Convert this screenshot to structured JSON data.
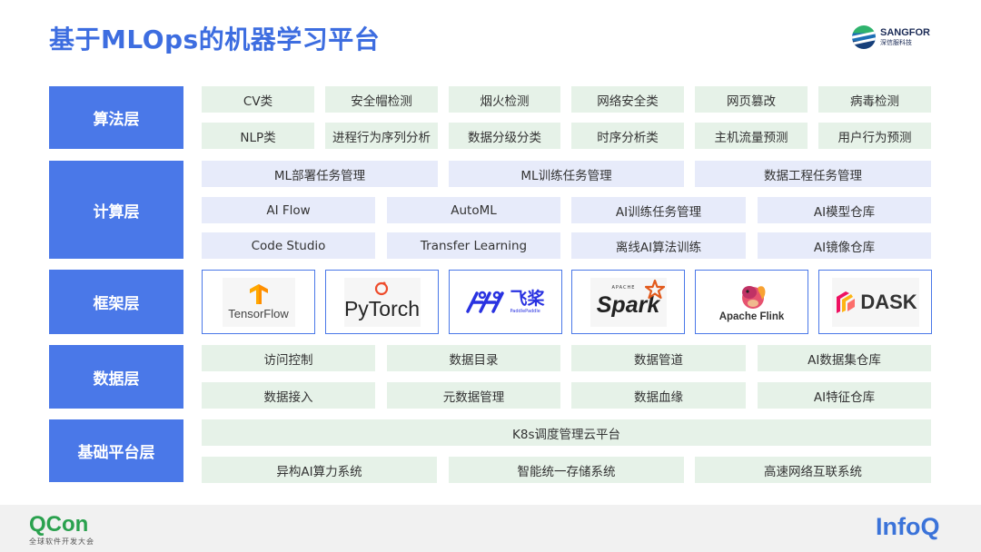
{
  "title": "基于MLOps的机器学习平台",
  "brand": {
    "name": "SANGFOR",
    "subtitle": "深信服科技"
  },
  "layers": {
    "algorithm": {
      "label": "算法层",
      "row1": [
        "CV类",
        "安全帽检测",
        "烟火检测",
        "网络安全类",
        "网页篡改",
        "病毒检测"
      ],
      "row2": [
        "NLP类",
        "进程行为序列分析",
        "数据分级分类",
        "时序分析类",
        "主机流量预测",
        "用户行为预测"
      ]
    },
    "compute": {
      "label": "计算层",
      "row1": [
        "ML部署任务管理",
        "ML训练任务管理",
        "数据工程任务管理"
      ],
      "row2": [
        "AI Flow",
        "AutoML",
        "AI训练任务管理",
        "AI模型仓库"
      ],
      "row3": [
        "Code Studio",
        "Transfer Learning",
        "离线AI算法训练",
        "AI镜像仓库"
      ]
    },
    "framework": {
      "label": "框架层",
      "items": [
        {
          "name": "TensorFlow"
        },
        {
          "name": "PyTorch"
        },
        {
          "name": "飞桨",
          "sub": "PaddlePaddle"
        },
        {
          "name": "Spark",
          "tag": "APACHE"
        },
        {
          "name": "Apache Flink"
        },
        {
          "name": "DASK"
        }
      ]
    },
    "data": {
      "label": "数据层",
      "row1": [
        "访问控制",
        "数据目录",
        "数据管道",
        "AI数据集仓库"
      ],
      "row2": [
        "数据接入",
        "元数据管理",
        "数据血缘",
        "AI特征仓库"
      ]
    },
    "base": {
      "label": "基础平台层",
      "row1": [
        "K8s调度管理云平台"
      ],
      "row2": [
        "异构AI算力系统",
        "智能统一存储系统",
        "高速网络互联系统"
      ]
    }
  },
  "footer": {
    "qcon": "QCon",
    "qcon_sub": "全球软件开发大会",
    "infoq": "InfoQ"
  },
  "colors": {
    "accent": "#4a78e8",
    "title": "#3d6de0",
    "green_cell": "#e6f2e8",
    "blue_cell": "#e7ebfa"
  }
}
